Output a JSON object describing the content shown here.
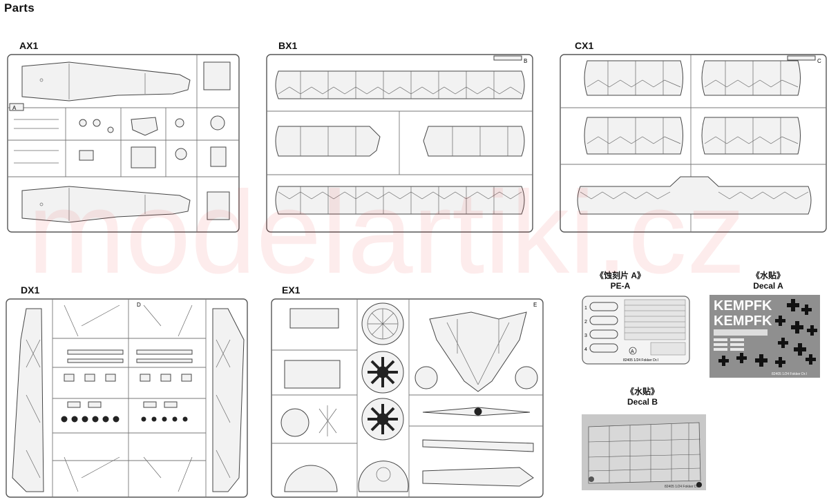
{
  "header": {
    "title": "Parts"
  },
  "sprues": [
    {
      "id": "AX1",
      "tag": "A"
    },
    {
      "id": "BX1",
      "tag": "B"
    },
    {
      "id": "CX1",
      "tag": "C"
    },
    {
      "id": "DX1",
      "tag": "D"
    },
    {
      "id": "EX1",
      "tag": "E"
    }
  ],
  "photo_etch": {
    "caption_cn": "《蚀刻片 A》",
    "caption_en": "PE-A",
    "marker": "A",
    "numbers": [
      "1",
      "2",
      "3",
      "4"
    ],
    "code": "82405 1/24 Fokker Dr.I"
  },
  "decal_a": {
    "caption_cn": "《水贴》",
    "caption_en": "Decal  A",
    "text1": "KEMPF",
    "text1_suffix": "K",
    "text2": "KEMPF",
    "text2_suffix": "K",
    "code": "82405 1/24 Fokker Dr.I"
  },
  "decal_b": {
    "caption_cn": "《水贴》",
    "caption_en": "Decal  B",
    "code": "82405 1/24 Fokker Dr.I"
  },
  "watermark": "modelartiki.cz",
  "colors": {
    "frame": "#555555",
    "part_fill": "#f2f2f2",
    "decal_a_bg": "#8f8f8f",
    "decal_b_bg": "#c8c8c8",
    "watermark": "#e53030"
  }
}
